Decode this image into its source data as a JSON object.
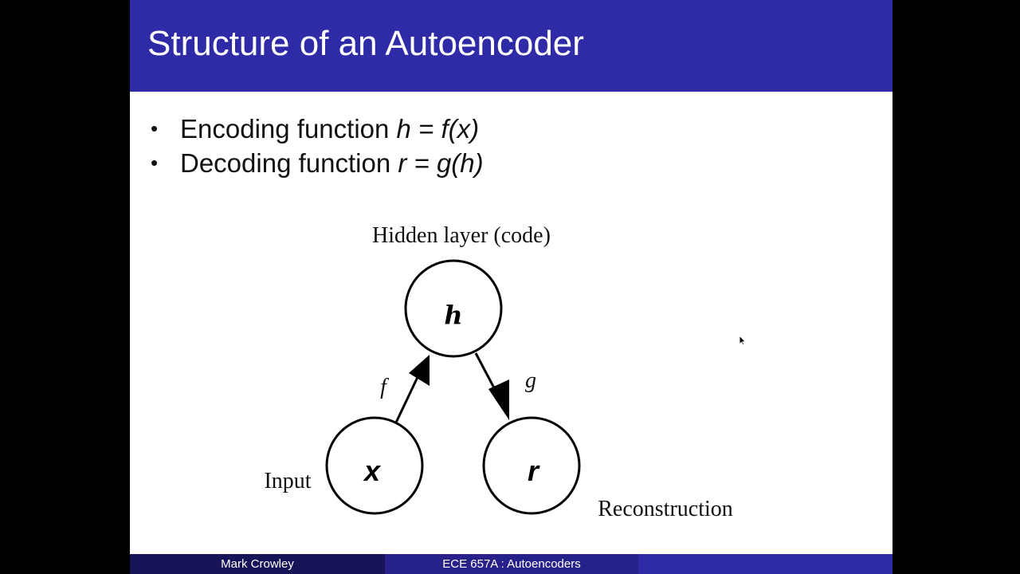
{
  "slide": {
    "title": "Structure of an Autoencoder",
    "bullets": [
      {
        "prefix": "Encoding function ",
        "formula": "h = f(x)"
      },
      {
        "prefix": "Decoding function ",
        "formula": "r = g(h)"
      }
    ]
  },
  "diagram": {
    "hidden_label": "Hidden layer (code)",
    "input_label": "Input",
    "reconstruction_label": "Reconstruction",
    "nodes": {
      "x": "x",
      "h": "h",
      "r": "r"
    },
    "edges": {
      "encoder": "f",
      "decoder": "g"
    }
  },
  "footer": {
    "author": "Mark Crowley",
    "course": "ECE 657A : Autoencoders",
    "extra": ""
  },
  "colors": {
    "title_bar": "#2f2aa6",
    "footer_dark": "#181458",
    "footer_mid": "#27218a"
  }
}
